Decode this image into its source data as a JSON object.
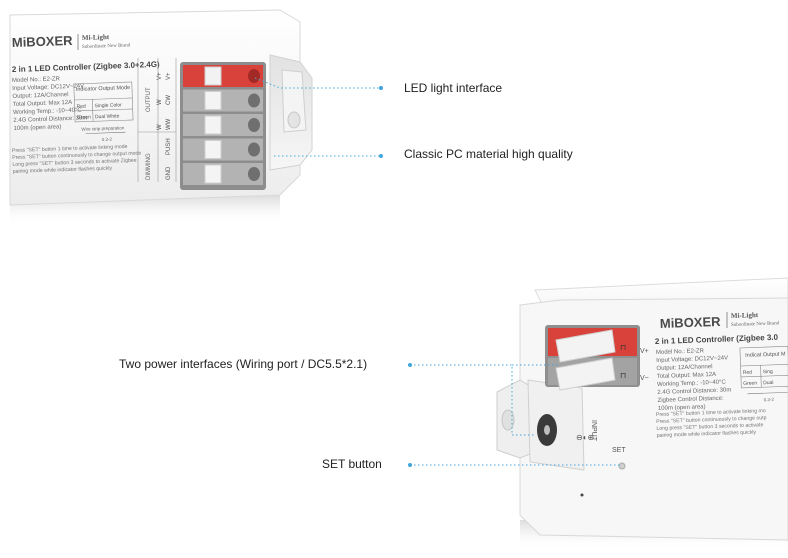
{
  "top_device": {
    "brand": "MiBOXER",
    "brand_sub": "Mi-Light",
    "brand_tag": "Subordinate New Brand",
    "title": "2 in 1 LED Controller (Zigbee 3.0+2.4G)",
    "specs": [
      "Model No.: E2-ZR",
      "Input Voltage: DC12V~24V",
      "Output: 12A/Channel",
      "Total Output: Max 12A",
      "Working Temp.: -10~40°C",
      "2.4G Control Distance: 30m",
      "100m (open area)"
    ],
    "indicator_header": "Indicator Output Mode",
    "indicator_rows": [
      [
        "Red",
        "Single Color"
      ],
      [
        "Green",
        "Dual White"
      ]
    ],
    "strip_note": "Wire strip preparation",
    "strip_dim": "0.3-2",
    "instructions": [
      "Press \"SET\" button 1 time to activate linking mode",
      "Press \"SET\" button continuously to change output mode",
      "Long press \"SET\" button 3 seconds to activate Zigbee",
      "pairing mode while indicator flashes quickly"
    ],
    "section_output": "OUTPUT",
    "section_dimming": "DIMMING",
    "terminals_right": [
      "V+",
      "CW",
      "WW",
      "PUSH",
      "GND"
    ],
    "terminals_left": [
      "V+",
      "W",
      "W"
    ]
  },
  "bottom_device": {
    "brand": "MiBOXER",
    "brand_sub": "Mi-Light",
    "brand_tag": "Subordinate New Brand",
    "title": "2 in 1 LED Controller (Zigbee 3.0",
    "specs": [
      "Model No.: E2-ZR",
      "Input Voltage: DC12V~24V",
      "Output: 12A/Channel",
      "Total Output: Max 12A",
      "Working Temp.: -10~40°C",
      "2.4G Control Distance: 30m",
      "Zigbee Control Distance:",
      "100m (open area)"
    ],
    "indicator_header": "Indicat Output M",
    "indicator_rows": [
      [
        "Red",
        "Sing"
      ],
      [
        "Green",
        "Dual"
      ]
    ],
    "strip_dim": "0.3-2",
    "instructions": [
      "Press \"SET\" button 1 time to activate linking mo",
      "Press \"SET\" button continuously to change outp",
      "Long press \"SET\" button 3 seconds to activate",
      "pairing mode while indicator flashes quickly"
    ],
    "terminal_plus": "V+",
    "terminal_minus": "V−",
    "input_label": "INPUT",
    "set_label": "SET"
  },
  "callouts": {
    "led_interface": "LED light interface",
    "pc_material": "Classic PC material high quality",
    "power_interfaces": "Two power interfaces (Wiring port / DC5.5*2.1)",
    "set_button": "SET button"
  },
  "colors": {
    "leader": "#3fa7dc",
    "terminal_red": "#d9423a",
    "terminal_gray": "#9a9a9a",
    "housing": "#f2f2f2"
  }
}
